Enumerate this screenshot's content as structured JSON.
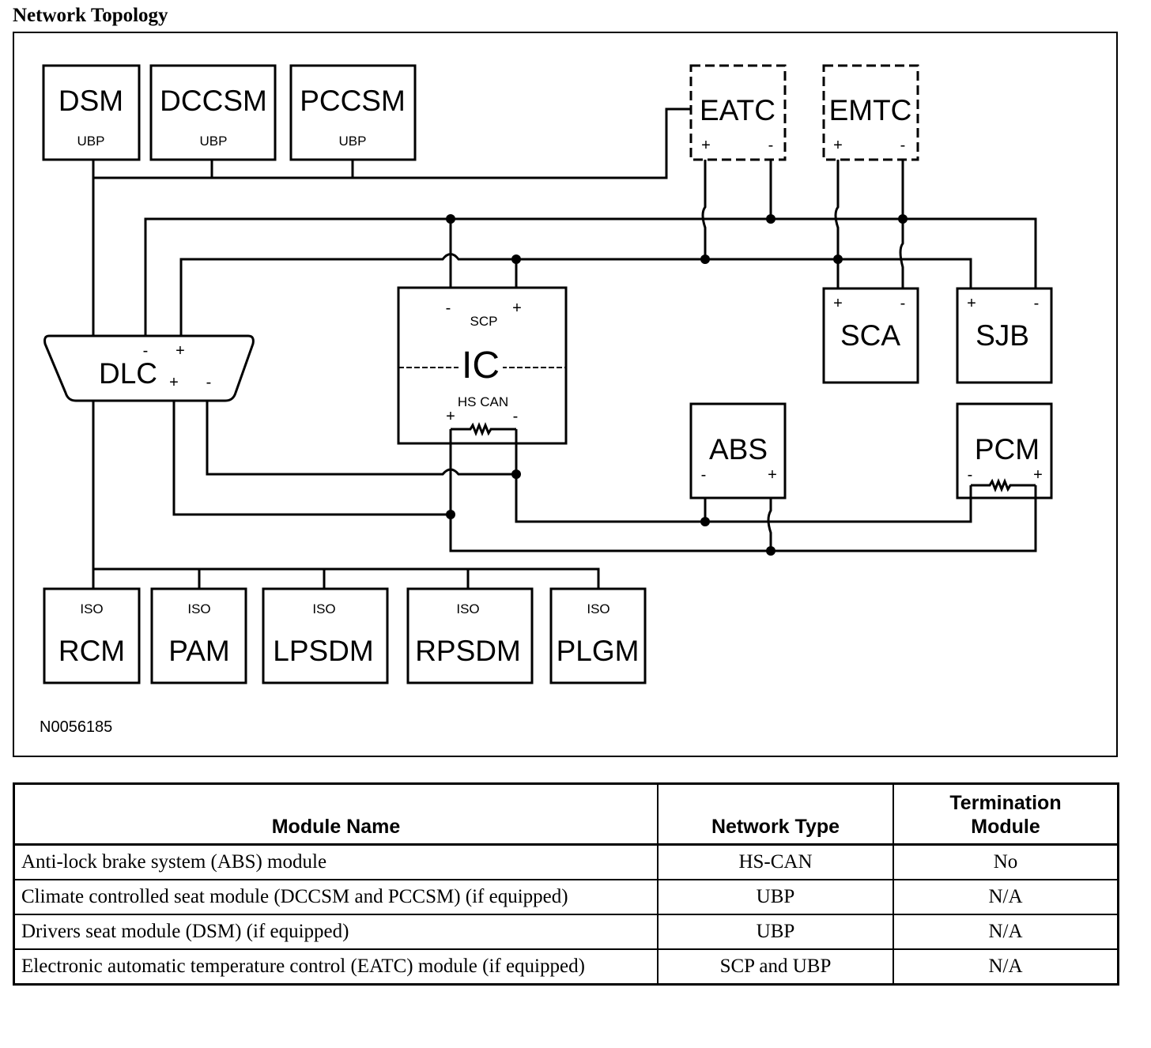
{
  "page": {
    "title": "Network Topology",
    "figure_id": "N0056185"
  },
  "diagram": {
    "modules": {
      "dsm": {
        "name": "DSM",
        "network": "UBP"
      },
      "dccsm": {
        "name": "DCCSM",
        "network": "UBP"
      },
      "pccsm": {
        "name": "PCCSM",
        "network": "UBP"
      },
      "eatc": {
        "name": "EATC",
        "plus": "+",
        "minus": "-"
      },
      "emtc": {
        "name": "EMTC",
        "plus": "+",
        "minus": "-"
      },
      "ic": {
        "name": "IC",
        "top_network": "SCP",
        "bottom_network": "HS CAN",
        "plus": "+",
        "minus": "-"
      },
      "dlc": {
        "name": "DLC",
        "plus": "+",
        "minus": "-"
      },
      "sca": {
        "name": "SCA",
        "plus": "+",
        "minus": "-"
      },
      "sjb": {
        "name": "SJB",
        "plus": "+",
        "minus": "-"
      },
      "abs": {
        "name": "ABS",
        "plus": "+",
        "minus": "-"
      },
      "pcm": {
        "name": "PCM",
        "plus": "+",
        "minus": "-"
      },
      "rcm": {
        "name": "RCM",
        "network": "ISO"
      },
      "pam": {
        "name": "PAM",
        "network": "ISO"
      },
      "lpsdm": {
        "name": "LPSDM",
        "network": "ISO"
      },
      "rpsdm": {
        "name": "RPSDM",
        "network": "ISO"
      },
      "plgm": {
        "name": "PLGM",
        "network": "ISO"
      }
    }
  },
  "table": {
    "headers": {
      "module_name": "Module Name",
      "network_type": "Network Type",
      "termination_line1": "Termination",
      "termination_line2": "Module"
    },
    "rows": [
      {
        "module": "Anti-lock brake system (ABS) module",
        "network": "HS-CAN",
        "termination": "No"
      },
      {
        "module": "Climate controlled seat module (DCCSM and PCCSM) (if equipped)",
        "network": "UBP",
        "termination": "N/A"
      },
      {
        "module": "Drivers seat module (DSM) (if equipped)",
        "network": "UBP",
        "termination": "N/A"
      },
      {
        "module": "Electronic automatic temperature control (EATC) module (if equipped)",
        "network": "SCP and UBP",
        "termination": "N/A"
      }
    ]
  }
}
